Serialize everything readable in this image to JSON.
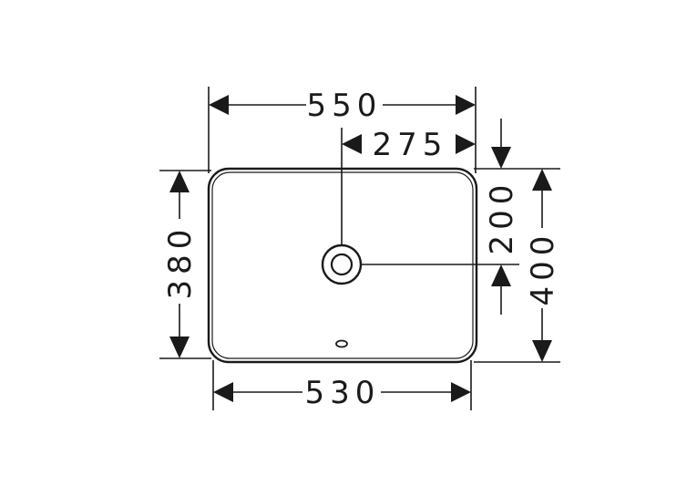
{
  "dimensions": {
    "top_width": "550",
    "center_offset": "275",
    "bottom_width": "530",
    "left_depth": "380",
    "drain_offset": "200",
    "right_depth": "400"
  },
  "colors": {
    "line": "#1a1a1a",
    "background": "#ffffff"
  }
}
